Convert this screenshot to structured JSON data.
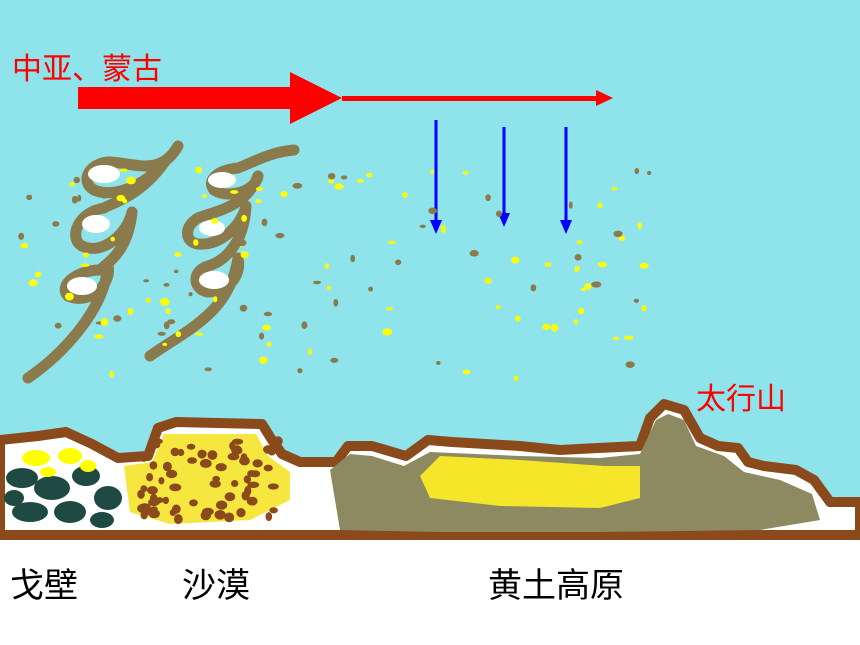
{
  "labels": {
    "source_region": "中亚、蒙古",
    "mountain": "太行山",
    "gobi": "戈壁",
    "desert": "沙漠",
    "loess_plateau": "黄土高原"
  },
  "colors": {
    "sky": "#8fe3ea",
    "wind_arrow": "#ff0000",
    "fall_arrow": "#0000ff",
    "dust_brown": "#8a7a4c",
    "dust_yellow": "#ffff00",
    "ground_outline": "#8b4a1c",
    "gobi_stone": "#1f4a44",
    "sand_fill": "#ffffff",
    "loess_gray": "#8d8a62",
    "loess_yellow": "#f5e62a",
    "text_red": "#ff0000",
    "text_black": "#000000"
  },
  "icons": [
    "wind-arrow-icon",
    "dust-fall-arrow-icon",
    "dust-whirl-icon"
  ]
}
